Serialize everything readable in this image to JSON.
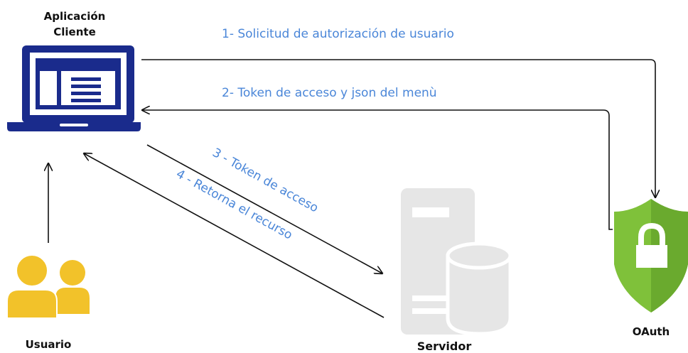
{
  "nodes": {
    "client": {
      "label_line1": "Aplicación",
      "label_line2": "Cliente",
      "icon": "laptop-icon"
    },
    "user": {
      "label": "Usuario",
      "icon": "users-icon"
    },
    "server": {
      "label": "Servidor",
      "icon": "server-database-icon"
    },
    "oauth": {
      "label": "OAuth",
      "icon": "shield-lock-icon"
    }
  },
  "messages": {
    "m1": "1- Solicitud de autorización de usuario",
    "m2": "2- Token de acceso y json del menù",
    "m3": "3 - Token de acceso",
    "m4": "4 - Retorna el recurso"
  },
  "colors": {
    "laptop": "#1a2b8c",
    "user": "#f2c22a",
    "server": "#e6e6e6",
    "shield": "#7fc13a",
    "message_text": "#4a86d8",
    "arrow": "#111111"
  }
}
